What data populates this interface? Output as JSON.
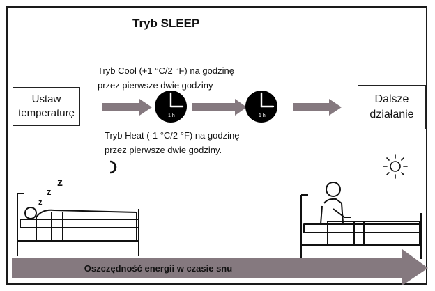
{
  "diagram": {
    "title": "Tryb SLEEP",
    "start_box": "Ustaw\ntemperaturę",
    "end_box": "Dalsze\ndziałanie",
    "cool_line1": "Tryb Cool (+1 °C/2 °F) na godzinę",
    "cool_line2": "przez pierwsze dwie godziny",
    "heat_line1": "Tryb Heat (-1 °C/2 °F) na godzinę",
    "heat_line2": "przez pierwsze dwie godziny.",
    "clock_label": "1 h",
    "banner": "Oszczędność energii w czasie snu",
    "icons": [
      "clock-icon",
      "moon-icon",
      "sun-icon",
      "sleeping-person-bed-icon",
      "waking-person-bed-icon"
    ],
    "colors": {
      "arrow": "#85797f",
      "clock": "#000000"
    }
  }
}
